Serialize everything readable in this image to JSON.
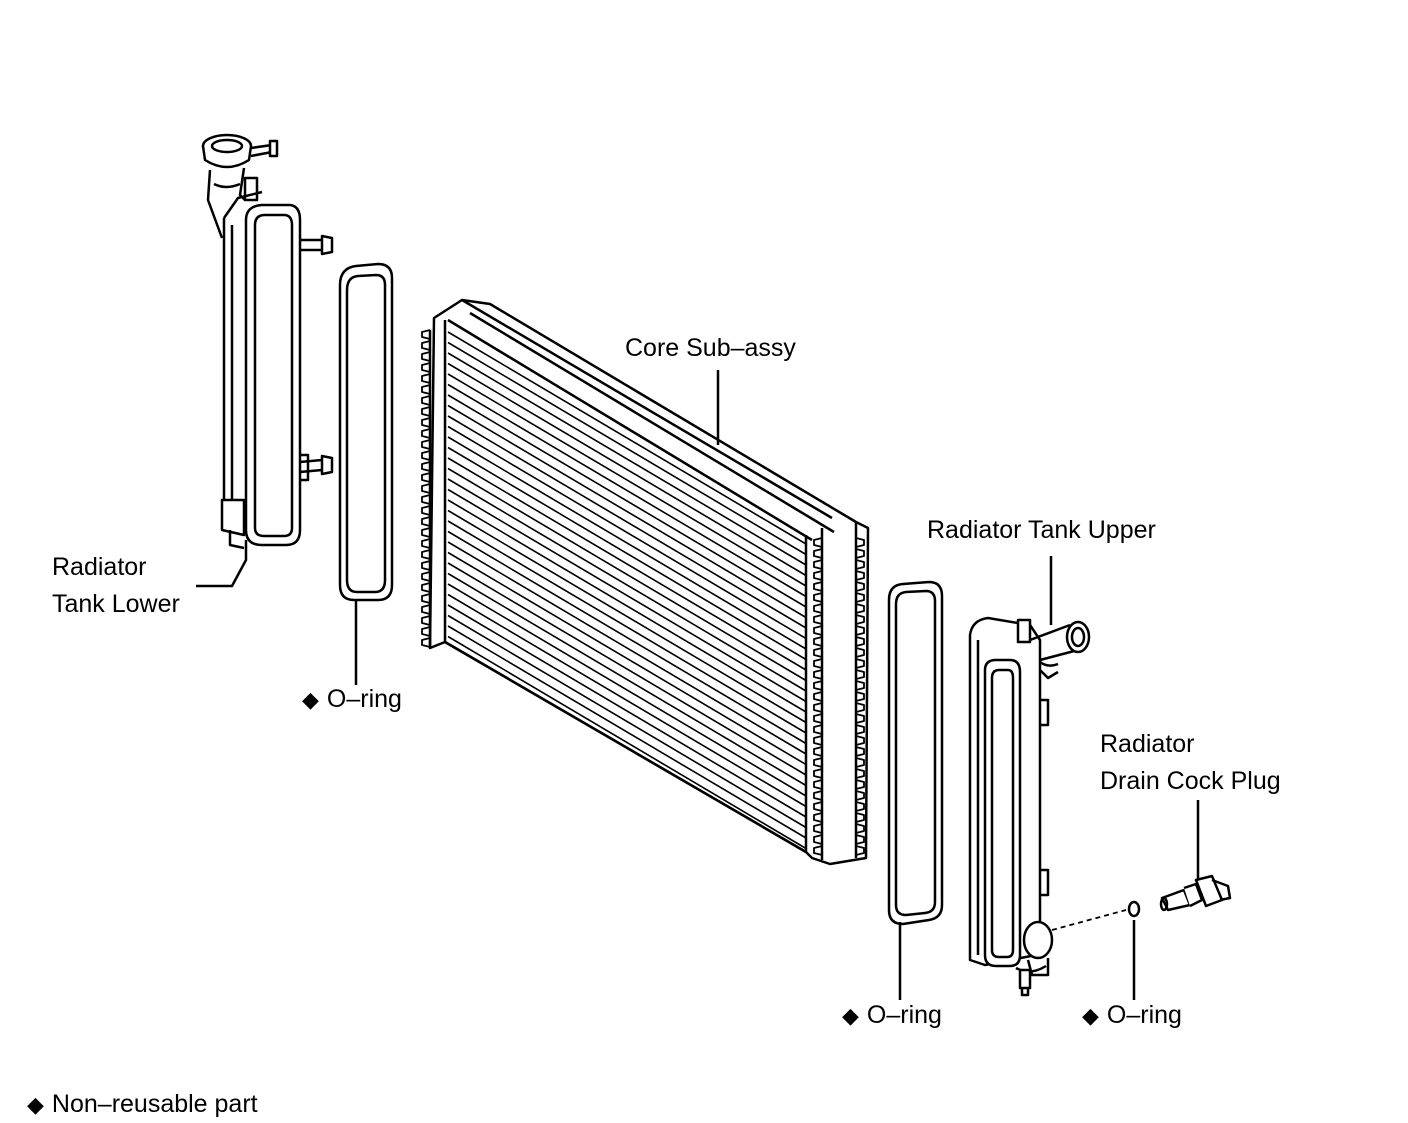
{
  "labels": {
    "core": "Core Sub–assy",
    "tank_upper": "Radiator Tank Upper",
    "tank_lower_line1": "Radiator",
    "tank_lower_line2": "Tank Lower",
    "drain_line1": "Radiator",
    "drain_line2": "Drain Cock Plug",
    "oring_left": "O–ring",
    "oring_mid": "O–ring",
    "oring_small": "O–ring",
    "legend": "Non–reusable part"
  },
  "marker": "◆",
  "colors": {
    "line": "#000000",
    "background": "#ffffff"
  }
}
